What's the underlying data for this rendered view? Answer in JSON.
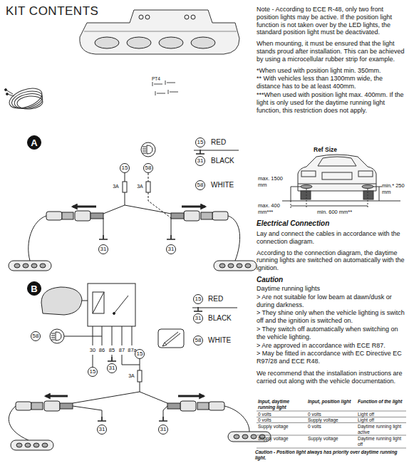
{
  "diagram": {
    "title": "KIT CONTENTS",
    "nodes": [
      {
        "text": [
          "A"
        ]
      },
      {
        "text": [
          "15"
        ]
      },
      {
        "text": [
          "58"
        ]
      },
      {
        "text": [
          "15"
        ]
      },
      {
        "text": [
          "31"
        ]
      },
      {
        "text": [
          "58"
        ]
      },
      {
        "text": [
          "31"
        ]
      },
      {
        "text": [
          "31"
        ]
      },
      {
        "text": [
          "B"
        ]
      },
      {
        "text": [
          "15"
        ]
      },
      {
        "text": [
          "31"
        ]
      },
      {
        "text": [
          "58"
        ]
      },
      {
        "text": [
          "58"
        ]
      },
      {
        "text": [
          "15"
        ]
      },
      {
        "text": [
          "31"
        ]
      },
      {
        "text": [
          "15"
        ]
      },
      {
        "text": [
          "31"
        ]
      },
      {
        "text": [
          "31"
        ]
      }
    ],
    "labels": [
      "PT4",
      "3A",
      "3A",
      "30",
      "86",
      "85",
      "87",
      "87a",
      "3A",
      "Note - According to ECE R-48, only two front position lights may be active. If the position light function is not taken over by the LED lights, the standard position light must be deactivated.",
      "When mounting, it must be ensured that the light stands proud after installation. This can be achieved by using a microcellular rubber strip for example.",
      "*When used with position light min. 350mm.",
      "** With vehicles less than 1300mm wide, the distance has to be at least 400mm.",
      "***When used with position light max. 400mm. If the light is only used for the daytime running light function, this restriction does not apply.",
      "Ref Size",
      "max. 1500 mm",
      "min.* 250 mm",
      "max. 400 mm***",
      "min. 600 mm**",
      "Electrical Connection",
      "Lay and connect the cables in accordance with the connection diagram.",
      "According to the connection diagram, the daytime running lights are switched on automatically with the ignition.",
      "Caution",
      "Daytime running lights",
      "> Are not suitable for low beam at dawn/dusk or during darkness.",
      "> They shine only when the vehicle lighting is switch off and the ignition is switched on.",
      "> They switch off automatically when switching on the vehicle lighting.",
      "> Are approved in accordance with ECE R87.",
      "> May be fitted in accordance with EC Directive EC R97/28 and ECE R48.",
      "We recommend that the installation instructions are carried out along with the vehicle documentation.",
      "Input, daytime running light",
      "Input, position light",
      "Function of the light",
      "0 volts",
      "0 volts",
      "Light off",
      "0 volts",
      "Supply voltage",
      "Light off",
      "Supply voltage",
      "0 volts",
      "Daytime running light active",
      "Supply voltage",
      "Supply voltage",
      "Daytime running light off",
      "Caution - Position light always has priority over daytime running light."
    ],
    "legend": [
      {
        "text": "RED"
      },
      {
        "text": "BLACK"
      },
      {
        "text": "WHITE"
      },
      {
        "text": "RED"
      },
      {
        "text": "BLACK"
      },
      {
        "text": "WHITE"
      }
    ]
  }
}
